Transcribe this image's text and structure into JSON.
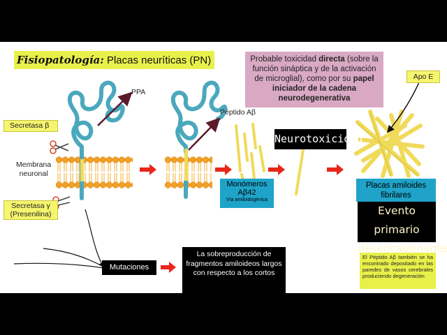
{
  "title": {
    "bold": "Fisiopatología:",
    "rest": "Placas neuríticas (PN)"
  },
  "toxicity_box": {
    "pre": "Probable toxicidad ",
    "b1": "directa",
    "mid": " (sobre la función sináptica y de la activación de microglial), como por su ",
    "b2": "papel iniciador de la cadena neurodegenerativa"
  },
  "labels": {
    "ppa": "PPA",
    "peptide": "Péptido Aβ",
    "secretase_beta": "Secretasa β",
    "membrane_line1": "Membrana",
    "membrane_line2": "neuronal",
    "secretase_gamma_l1": "Secretasa γ",
    "secretase_gamma_l2": "(Presenilina)",
    "apoe": "Apo E"
  },
  "monomers": {
    "line1": "Monómeros",
    "line2": "Aβ42",
    "sub": "Vía amiloidogénica"
  },
  "neurotoxicity": "Neurotoxicidad",
  "plaques": {
    "line1": "Placas amiloides",
    "line2": "fibrilares"
  },
  "primary_event": {
    "line1": "Evento primario",
    "line2": "desencadenante"
  },
  "mutations": "Mutaciones",
  "overproduction": "La sobreproducción de fragmentos amiloideos largos con respecto a los cortos",
  "note": "El Péptido Aβ también se ha encontrado depositado en las paredes de vasos cerebrales produciendo degeneración",
  "colors": {
    "highlight": "#e8f04a",
    "toxicity_bg": "#d9a9c4",
    "blue_box": "#1fa3c9",
    "arrow_red": "#e8261a",
    "membrane_orange": "#f2a024",
    "protein_teal": "#4aa8bd",
    "fibril_yellow": "#f0da5a"
  }
}
